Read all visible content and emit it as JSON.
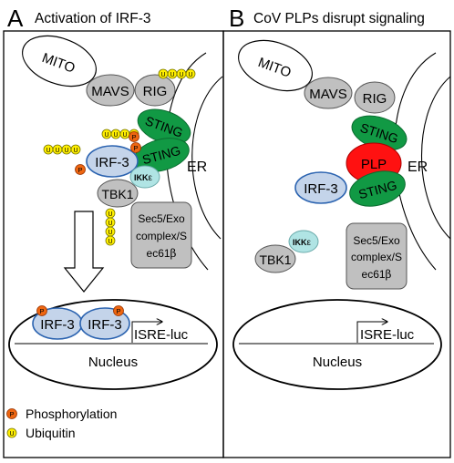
{
  "panel_a": {
    "letter": "A",
    "title": "Activation of IRF-3",
    "mito": "MITO",
    "mavs": "MAVS",
    "rig": "RIG",
    "sting_1": "STING",
    "sting_2": "STING",
    "irf3": "IRF-3",
    "ikk_prefix": "IKK",
    "ikk_suffix": "ε",
    "tbk1": "TBK1",
    "er": "ER",
    "sec5_line1": "Sec5/Exo",
    "sec5_line2": "complex/S",
    "sec5_line3": "ec61",
    "sec5_beta": "β",
    "nucleus_irf3_1": "IRF-3",
    "nucleus_irf3_2": "IRF-3",
    "isre": "ISRE-luc",
    "nucleus": "Nucleus"
  },
  "panel_b": {
    "letter": "B",
    "title": "CoV PLPs disrupt signaling",
    "mito": "MITO",
    "mavs": "MAVS",
    "rig": "RIG",
    "sting_1": "STING",
    "plp": "PLP",
    "sting_2": "STING",
    "irf3": "IRF-3",
    "er": "ER",
    "ikk_prefix": "IKK",
    "ikk_suffix": "ε",
    "tbk1": "TBK1",
    "sec5_line1": "Sec5/Exo",
    "sec5_line2": "complex/S",
    "sec5_line3": "ec61",
    "sec5_beta": "β",
    "isre": "ISRE-luc",
    "nucleus": "Nucleus"
  },
  "legend": {
    "phospho_symbol": "P",
    "phospho_label": "Phosphorylation",
    "ubiquitin_symbol": "U",
    "ubiquitin_label": "Ubiquitin"
  },
  "colors": {
    "gray_protein": "#c0c0c0",
    "sting_green": "#119944",
    "irf3_fill": "#c4d4ea",
    "irf3_stroke": "#2b63b0",
    "ikk_fill": "#b0e4e4",
    "plp_red": "#ff1111",
    "ubiquitin_yellow": "#ffee00",
    "phospho_orange": "#ee6611"
  }
}
